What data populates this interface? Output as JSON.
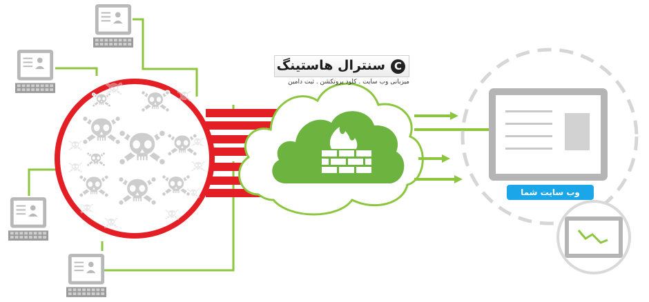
{
  "brand": {
    "name": "سنترال هاستینگ",
    "logo_letter": "C",
    "tagline": "میزبانی وب سایت . کلود پروتکشن . ثبت دامین"
  },
  "website_label": "وب سایت شما",
  "colors": {
    "attack_red": "#e31e24",
    "link_green": "#8cc63f",
    "firewall_green": "#6cb33f",
    "device_gray": "#b4b4b4",
    "badge_blue": "#1aa6e8"
  },
  "icons": [
    "computer-icon",
    "skull-crossbones-icon",
    "cloud-icon",
    "firewall-icon",
    "website-monitor-icon",
    "analytics-monitor-icon"
  ]
}
